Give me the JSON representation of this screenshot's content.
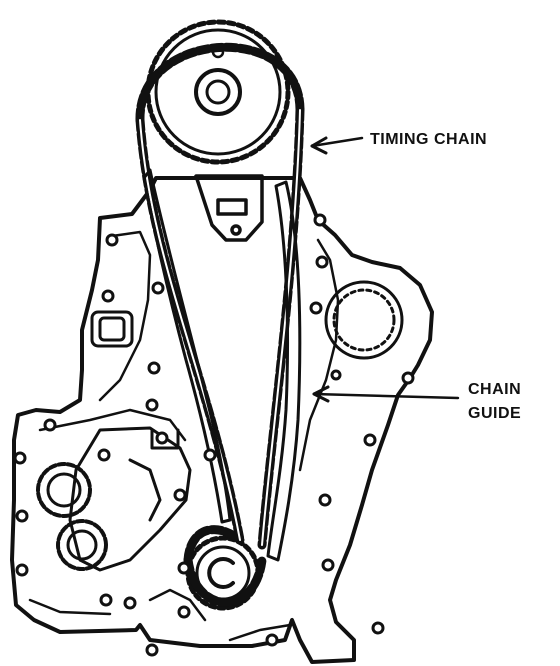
{
  "labels": {
    "timing_chain": "TIMING CHAIN",
    "chain_guide_line1": "CHAIN",
    "chain_guide_line2": "GUIDE"
  },
  "colors": {
    "ink": "#111111",
    "paper": "#ffffff"
  }
}
